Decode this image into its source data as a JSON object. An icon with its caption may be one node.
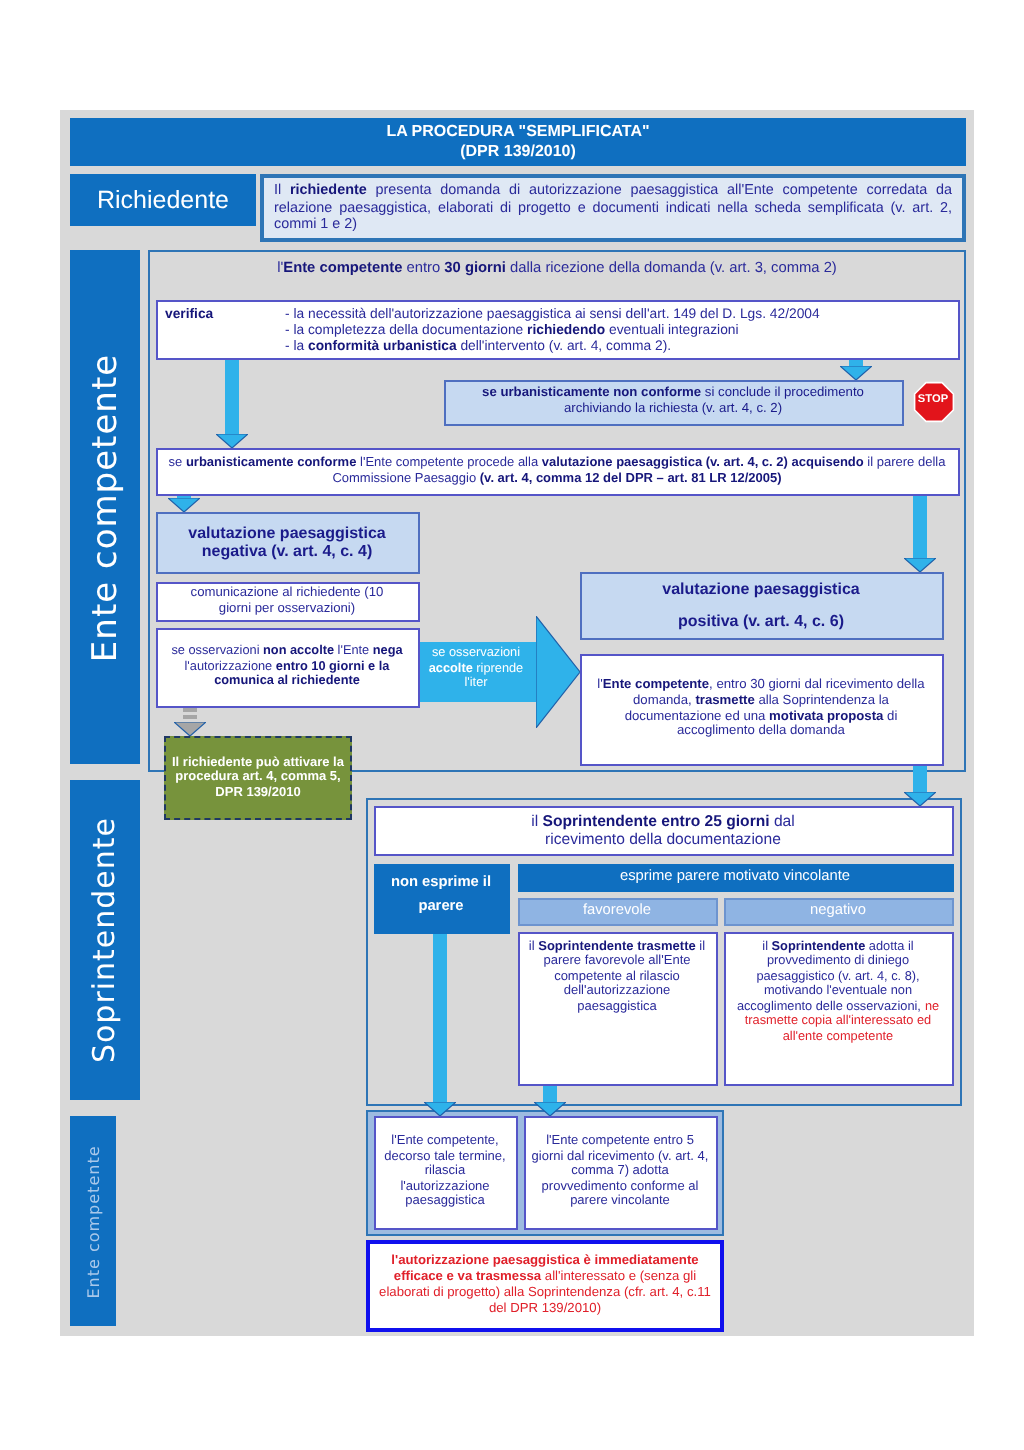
{
  "diagram": {
    "title": "LA PROCEDURA \"SEMPLIFICATA\" (DPR 139/2010)",
    "nodes": [
      {
        "text": [
          "Richiedente"
        ]
      },
      {
        "text": [
          "Il **richiedente** presenta domanda di autorizzazione paesaggistica all'Ente competente corredata da relazione paesaggistica, elaborati di progetto e documenti indicati nella scheda semplificata (v. art. 2, commi 1 e 2)"
        ]
      },
      {
        "text": [
          "Ente competente"
        ]
      },
      {
        "text": [
          "l'**Ente competente** entro **30 giorni** dalla ricezione della domanda (v. art. 3, comma 2)"
        ]
      },
      {
        "text": [
          "verifica",
          "- la necessità dell'autorizzazione paesaggistica ai sensi dell'art. 149 del D. Lgs. 42/2004",
          "- la completezza della documentazione **richiedendo** eventuali integrazioni",
          "- la **conformità urbanistica** dell'intervento (v. art. 4, comma 2)."
        ],
        "in": 3
      },
      {
        "text": [
          "**se urbanisticamente non conforme** si conclude il procedimento archiviando la richiesta (v. art. 4, c. 2)"
        ],
        "in": 3
      },
      {
        "text": [
          "STOP"
        ],
        "in": 3
      },
      {
        "text": [
          "se **urbanisticamente conforme** l'Ente competente procede alla **valutazione paesaggistica (v. art. 4, c. 2) acquisendo** il parere della Commissione Paesaggio **(v. art. 4, comma 12 del DPR – art. 81 LR 12/2005)**"
        ],
        "in": 3
      },
      {
        "text": [
          "valutazione paesaggistica negativa (v. art. 4, c. 4)"
        ],
        "in": 3
      },
      {
        "text": [
          "comunicazione al richiedente (10 giorni per osservazioni)"
        ],
        "in": 3
      },
      {
        "text": [
          "se osservazioni **non accolte** l'Ente **nega** l'autorizzazione **entro 10 giorni e la comunica al richiedente**"
        ],
        "in": 3
      },
      {
        "text": [
          "Il richiedente può attivare la procedura art. 4, comma 5, DPR 139/2010"
        ]
      },
      {
        "text": [
          "valutazione paesaggistica positiva (v. art. 4, c. 6)"
        ],
        "in": 3
      },
      {
        "text": [
          "l'**Ente competente**, entro 30 giorni dal ricevimento della domanda, **trasmette** alla Soprintendenza la documentazione ed una **motivata proposta** di accoglimento della domanda"
        ],
        "in": 3
      },
      {
        "text": [
          "Soprintendente"
        ]
      },
      {
        "text": [],
        "shape": "box"
      },
      {
        "text": [
          "il **Soprintendente entro 25 giorni** dal ricevimento della documentazione"
        ],
        "in": 15
      },
      {
        "text": [
          "non esprime il parere"
        ],
        "in": 15
      },
      {
        "text": [
          "esprime parere motivato vincolante"
        ],
        "in": 15
      },
      {
        "text": [
          "favorevole"
        ],
        "in": 15
      },
      {
        "text": [
          "negativo"
        ],
        "in": 15
      },
      {
        "text": [
          "il **Soprintendente trasmette** il parere favorevole all'Ente competente al rilascio dell'autorizzazione paesaggistica"
        ],
        "in": 15
      },
      {
        "text": [
          "il **Soprintendente** adotta il provvedimento di diniego paesaggistico (v. art. 4, c. 8), motivando l'eventuale non accoglimento delle osservazioni,",
          "ne trasmette copia all'interessato ed all'ente competente"
        ],
        "in": 15
      },
      {
        "text": [
          "Ente competente"
        ]
      },
      {
        "text": [],
        "shape": "box"
      },
      {
        "text": [
          "l'Ente competente, decorso tale termine, rilascia l'autorizzazione paesaggistica"
        ],
        "in": 24
      },
      {
        "text": [
          "l'Ente competente entro 5 giorni dal ricevimento (v. art. 4, comma 7) adotta provvedimento conforme al parere vincolante"
        ],
        "in": 24
      },
      {
        "text": [
          "**l'autorizzazione paesaggistica è immediatamente efficace e va trasmessa** all'interessato e (senza gli elaborati di progetto) alla Soprintendenza (cfr. art. 4, c.11 del DPR 139/2010)"
        ]
      }
    ],
    "edges": [
      {
        "from": 4,
        "to": 5,
        "arrow": "to"
      },
      {
        "from": 4,
        "to": 7,
        "arrow": "to"
      },
      {
        "from": 7,
        "to": 8,
        "arrow": "to"
      },
      {
        "from": 7,
        "to": 12,
        "arrow": "to"
      },
      {
        "from": 10,
        "to": 11,
        "arrow": "to",
        "style": "dashed",
        "color": "#a6a6a6"
      },
      {
        "from": 10,
        "to": 13,
        "arrow": "to",
        "style": "thick",
        "label": "se osservazioni **accolte** riprende l'iter"
      },
      {
        "from": 13,
        "to": 16,
        "arrow": "to"
      },
      {
        "from": 17,
        "to": 25,
        "arrow": "to"
      },
      {
        "from": 21,
        "to": 26,
        "arrow": "to"
      }
    ]
  }
}
